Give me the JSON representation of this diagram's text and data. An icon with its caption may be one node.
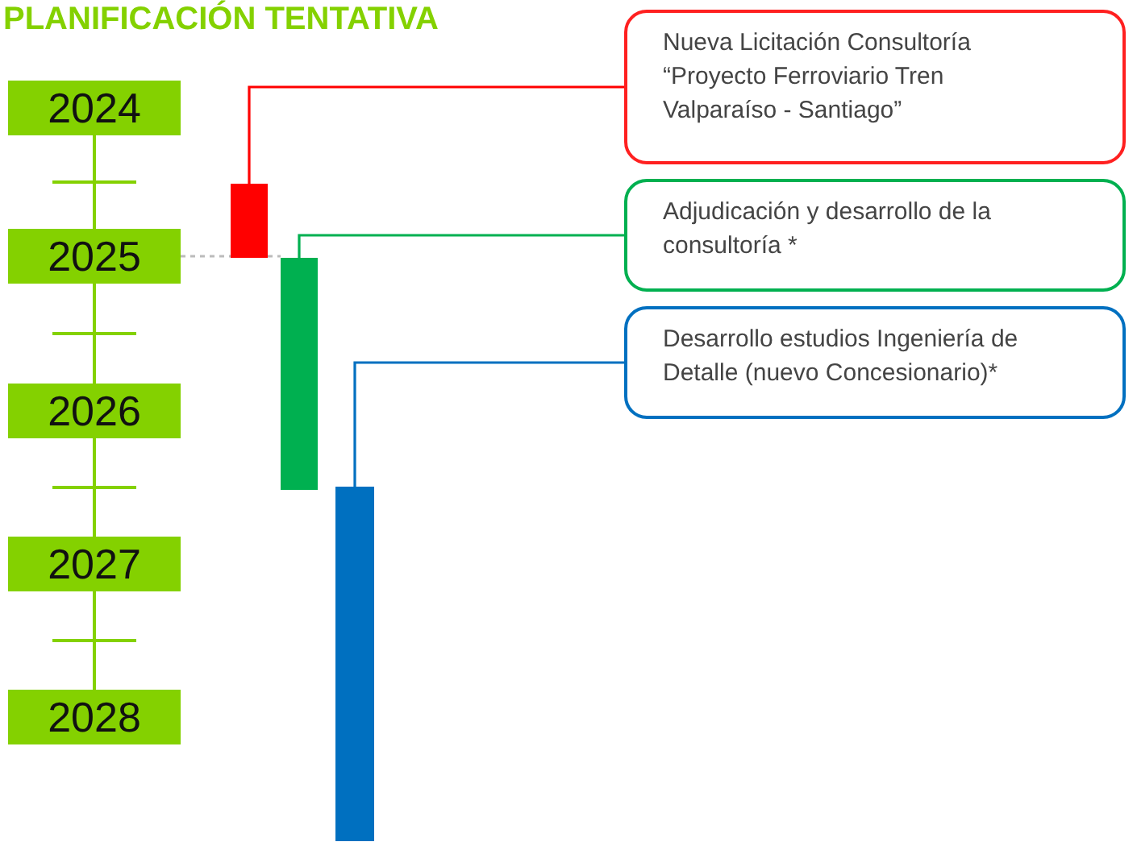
{
  "diagram": {
    "title": "PLANIFICACIÓN TENTATIVA",
    "nodes": [
      {
        "text": [
          "2024"
        ]
      },
      {
        "text": [
          "2025"
        ]
      },
      {
        "text": [
          "2026"
        ]
      },
      {
        "text": [
          "2027"
        ]
      },
      {
        "text": [
          "2028"
        ]
      },
      {
        "text": [],
        "shape": "bar"
      },
      {
        "text": [],
        "shape": "bar"
      },
      {
        "text": [],
        "shape": "bar"
      },
      {
        "text": [
          "Nueva Licitación Consultoría “Proyecto Ferroviario Tren Valparaíso - Santiago”"
        ]
      },
      {
        "text": [
          "Adjudicación y desarrollo de la consultoría *"
        ]
      },
      {
        "text": [
          "Desarrollo estudios Ingeniería de Detalle (nuevo Concesionario)*"
        ]
      }
    ],
    "edges": [
      {
        "from": 0,
        "to": 1,
        "arrow": "none",
        "color": "#84d100"
      },
      {
        "from": 1,
        "to": 2,
        "arrow": "none",
        "color": "#84d100"
      },
      {
        "from": 2,
        "to": 3,
        "arrow": "none",
        "color": "#84d100"
      },
      {
        "from": 3,
        "to": 4,
        "arrow": "none",
        "color": "#84d100"
      },
      {
        "from": 8,
        "to": 5,
        "arrow": "none",
        "color": "#ff0000"
      },
      {
        "from": 9,
        "to": 6,
        "arrow": "none",
        "color": "#00b050"
      },
      {
        "from": 10,
        "to": 7,
        "arrow": "none",
        "color": "#0070c0"
      },
      {
        "from": 1,
        "to": 6,
        "arrow": "none",
        "style": "dashed",
        "color": "#bbbbbb"
      }
    ]
  }
}
